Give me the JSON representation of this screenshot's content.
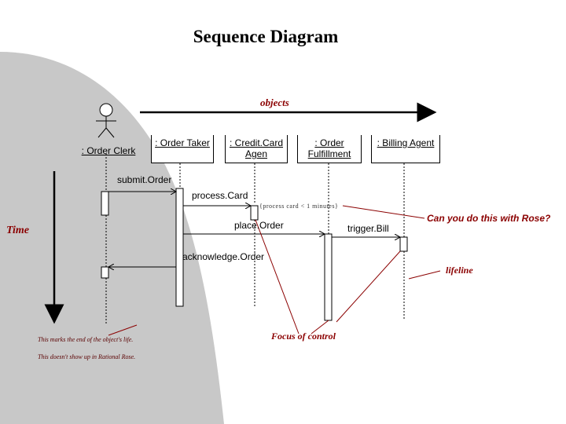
{
  "title": "Sequence Diagram",
  "labels": {
    "objects": "objects",
    "time": "Time",
    "lifeline": "lifeline",
    "focus_of_control": "Focus of control",
    "rose_question": "Can you do this with Rose?",
    "end_note": "This marks the end of the object's life.",
    "rose_note": "This doesn't show up in Rational Rose.",
    "constraint": "{process card < 1 minutes}"
  },
  "objects": [
    {
      "name": ": Order Clerk"
    },
    {
      "name": ": Order Taker"
    },
    {
      "name": ": Credit.Card Agen"
    },
    {
      "name": ": Order Fulfillment"
    },
    {
      "name": ": Billing Agent"
    }
  ],
  "messages": [
    {
      "label": "submit.Order"
    },
    {
      "label": "process.Card"
    },
    {
      "label": "place.Order"
    },
    {
      "label": "trigger.Bill"
    },
    {
      "label": "acknowledge.Order"
    }
  ],
  "colors": {
    "annotation": "#8b0000",
    "background_shape": "#c8c8c8",
    "line": "#000000"
  }
}
